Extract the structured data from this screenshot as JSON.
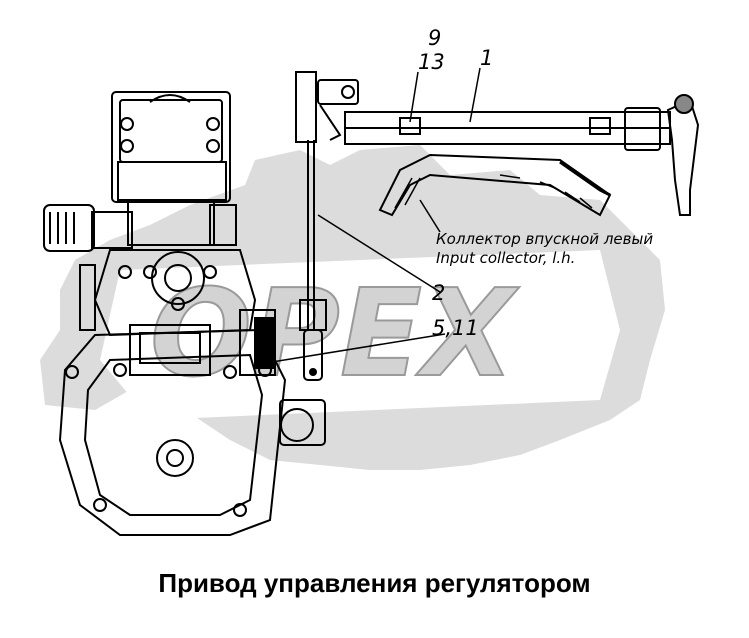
{
  "callouts": {
    "c9": "9",
    "c13": "13",
    "c1": "1",
    "c2": "2",
    "c511": "5,11"
  },
  "annotation": {
    "ru": "Коллектор впускной левый",
    "en": "Input collector, l.h."
  },
  "caption": "Привод управления регулятором",
  "watermark": "OPEX",
  "colors": {
    "line": "#000000",
    "watermark": "#d9d9d9",
    "background": "#ffffff"
  }
}
